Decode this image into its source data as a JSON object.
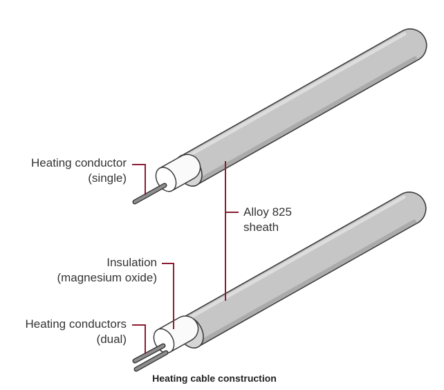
{
  "labels": {
    "single_conductor": [
      "Heating conductor",
      "(single)"
    ],
    "sheath": [
      "Alloy 825",
      "sheath"
    ],
    "insulation": [
      "Insulation",
      "(magnesium oxide)"
    ],
    "dual_conductors": [
      "Heating conductors",
      "(dual)"
    ]
  },
  "caption": "Heating cable construction",
  "colors": {
    "leader": "#8a1c32",
    "sheath_body": "#c4c4c4",
    "sheath_outline": "#3a3a3a",
    "insulation": "#fafafa",
    "conductor": "#888888"
  }
}
